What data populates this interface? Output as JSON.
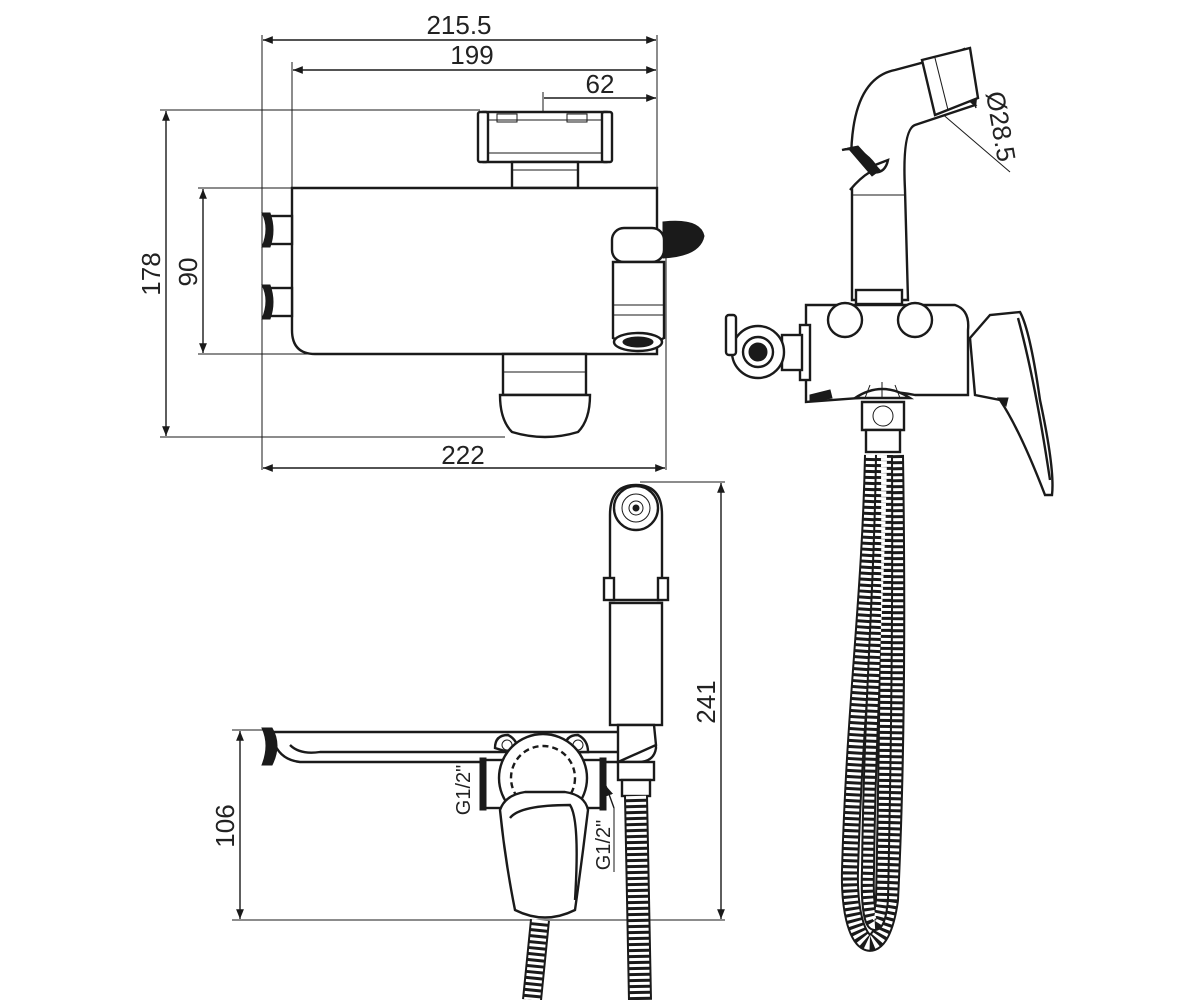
{
  "dimensions": {
    "overall_width": "215.5",
    "body_width": "199",
    "handle_offset": "62",
    "total_depth": "178",
    "body_height": "90",
    "spout_length": "222",
    "outlet_height": "106",
    "holder_height": "241",
    "sprayer_diameter": "Ø28.5"
  },
  "notes": {
    "inlet_thread": "G1/2\"",
    "hose_thread": "G1/2\""
  }
}
